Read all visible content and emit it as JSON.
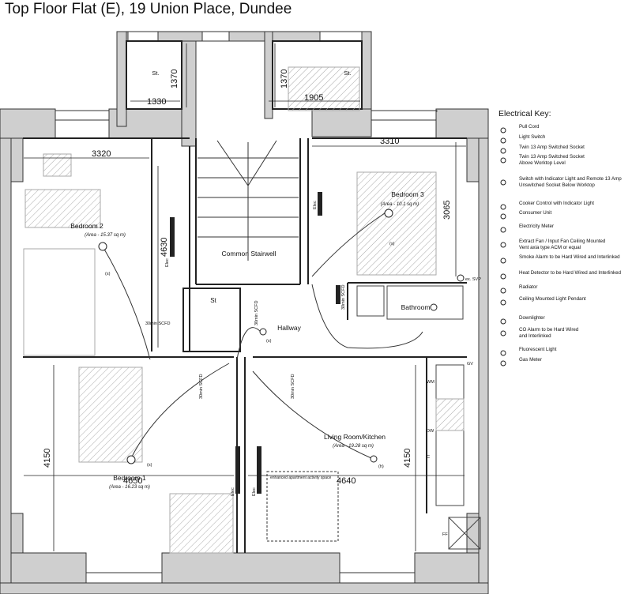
{
  "title": "Top Floor Flat (E), 19 Union Place, Dundee",
  "rooms": {
    "bedroom2": {
      "name": "Bedroom 2",
      "area": "(Area - 15.37 sq m)"
    },
    "bedroom3": {
      "name": "Bedroom 3",
      "area": "(Area - 10.1 sq m)"
    },
    "bedroom1": {
      "name": "Bedroom 1",
      "area": "(Area - 16.23 sq m)"
    },
    "living": {
      "name": "Living Room/Kitchen",
      "area": "(Area - 19.28 sq m)"
    },
    "stairwell": "Common Stairwell",
    "hallway": "Hallway",
    "bathroom": "Bathroom",
    "store": "St",
    "store_top": "St."
  },
  "dimensions": {
    "st_left_w": "1330",
    "st_left_h": "1370",
    "st_right_w": "1905",
    "st_right_h": "1370",
    "bed2_w": "3320",
    "bed2_h": "4630",
    "bed3_w": "3310",
    "bed3_h": "3065",
    "bed1_w": "4650",
    "bed1_h": "4150",
    "living_w": "4640",
    "living_h": "4150"
  },
  "labels": {
    "elec": "Elec",
    "scfd": "30min SCFD",
    "svp": "ex. SVP",
    "activity": "enhanced apartment activity space",
    "s": "(s)",
    "h": "(h)",
    "wm": "WM",
    "dw": "DW",
    "c": "C",
    "ff": "FF",
    "gv": "GV"
  },
  "key": {
    "title": "Electrical Key:",
    "items": [
      {
        "label": "Pull Cord",
        "icon": "pull-cord-icon"
      },
      {
        "label": "Light Switch",
        "icon": "light-switch-icon"
      },
      {
        "label": "Twin 13 Amp Switched Socket",
        "icon": "twin-socket-icon"
      },
      {
        "label": "Twin 13 Amp Switched Socket\nAbove Worktop Level",
        "icon": "worktop-socket-icon"
      },
      {
        "label": "Switch with Indicator Light and Remote 13 Amp\nUnswitched Socket Below Worktop",
        "icon": "remote-socket-icon"
      },
      {
        "label": "Cooker Control with Indicator Light",
        "icon": "cooker-control-icon"
      },
      {
        "label": "Consumer Unit",
        "icon": "consumer-unit-icon"
      },
      {
        "label": "Electricity Meter",
        "icon": "electricity-meter-icon"
      },
      {
        "label": "Extract Fan / Input Fan Ceiling Mounted\nVent axia type ACM or equal",
        "icon": "extract-fan-icon"
      },
      {
        "label": "Smoke Alarm to be Hard Wired and Interlinked",
        "icon": "smoke-alarm-icon"
      },
      {
        "label": "Heat Detector to be Hard Wired and Interlinked",
        "icon": "heat-detector-icon"
      },
      {
        "label": "Radiator",
        "icon": "radiator-icon"
      },
      {
        "label": "Ceiling Mounted Light Pendant",
        "icon": "pendant-light-icon"
      },
      {
        "label": "Downlighter",
        "icon": "downlighter-icon"
      },
      {
        "label": "CO Alarm to be Hard Wired\nand Interlinked",
        "icon": "co-alarm-icon"
      },
      {
        "label": "Fluorescent Light",
        "icon": "fluorescent-light-icon"
      },
      {
        "label": "Gas Meter",
        "icon": "gas-meter-icon"
      }
    ]
  }
}
